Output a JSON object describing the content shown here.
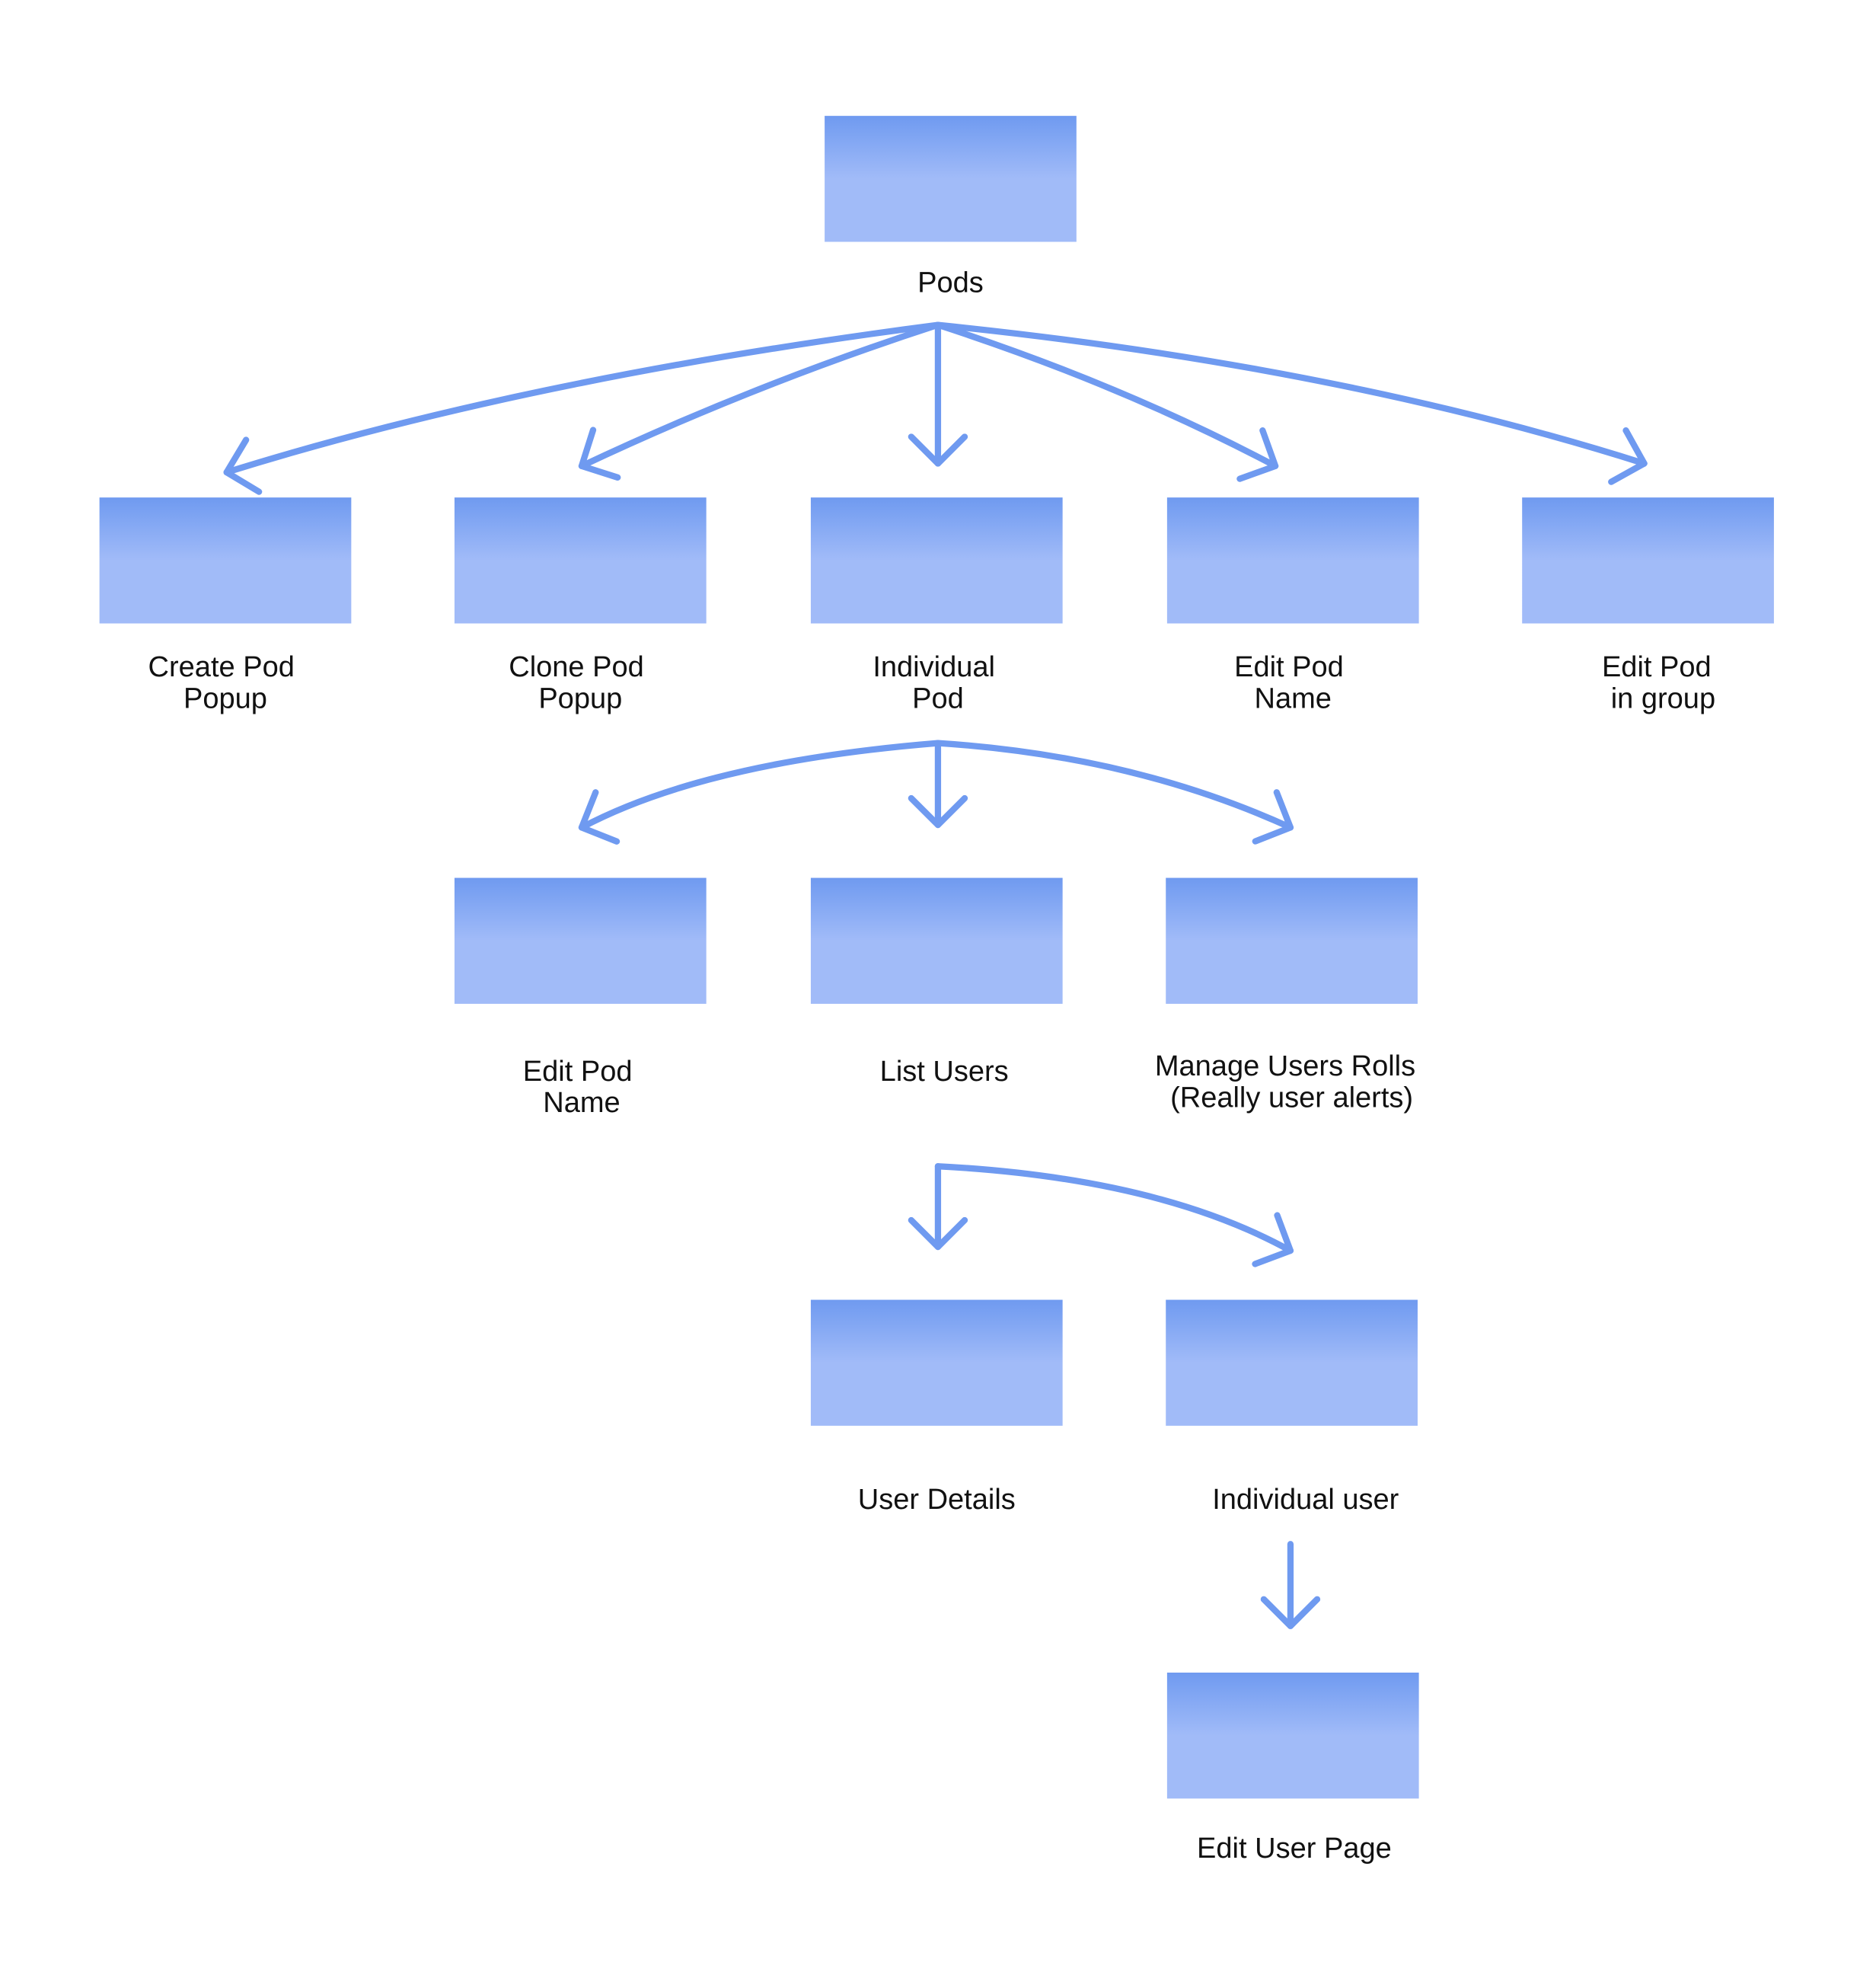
{
  "colors": {
    "box_top": "#6f9af0",
    "box_bottom": "#a1bbf8",
    "edge": "#6f9af0",
    "text": "#111111",
    "background": "#ffffff"
  },
  "nodes": {
    "pods": {
      "lines": [
        "Pods"
      ]
    },
    "create_pod_popup": {
      "lines": [
        "Create Pod",
        "Popup"
      ]
    },
    "clone_pod_popup": {
      "lines": [
        "Clone Pod",
        "Popup"
      ]
    },
    "individual_pod": {
      "lines": [
        "Individual",
        "Pod"
      ]
    },
    "edit_pod_name": {
      "lines": [
        "Edit Pod",
        "Name"
      ]
    },
    "edit_pod_in_group": {
      "lines": [
        "Edit Pod",
        "in group"
      ]
    },
    "edit_pod_name_2": {
      "lines": [
        "Edit Pod",
        "Name"
      ]
    },
    "list_users": {
      "lines": [
        "List Users"
      ]
    },
    "manage_users_rolls": {
      "lines": [
        "Manage Users Rolls",
        "(Really user alerts)"
      ]
    },
    "user_details": {
      "lines": [
        "User Details"
      ]
    },
    "individual_user": {
      "lines": [
        "Individual user"
      ]
    },
    "edit_user_page": {
      "lines": [
        "Edit User Page"
      ]
    }
  },
  "edges": [
    {
      "from": "pods",
      "to": "create_pod_popup"
    },
    {
      "from": "pods",
      "to": "clone_pod_popup"
    },
    {
      "from": "pods",
      "to": "individual_pod"
    },
    {
      "from": "pods",
      "to": "edit_pod_name"
    },
    {
      "from": "pods",
      "to": "edit_pod_in_group"
    },
    {
      "from": "individual_pod",
      "to": "edit_pod_name_2"
    },
    {
      "from": "individual_pod",
      "to": "list_users"
    },
    {
      "from": "individual_pod",
      "to": "manage_users_rolls"
    },
    {
      "from": "list_users",
      "to": "user_details"
    },
    {
      "from": "list_users",
      "to": "individual_user"
    },
    {
      "from": "individual_user",
      "to": "edit_user_page"
    }
  ]
}
